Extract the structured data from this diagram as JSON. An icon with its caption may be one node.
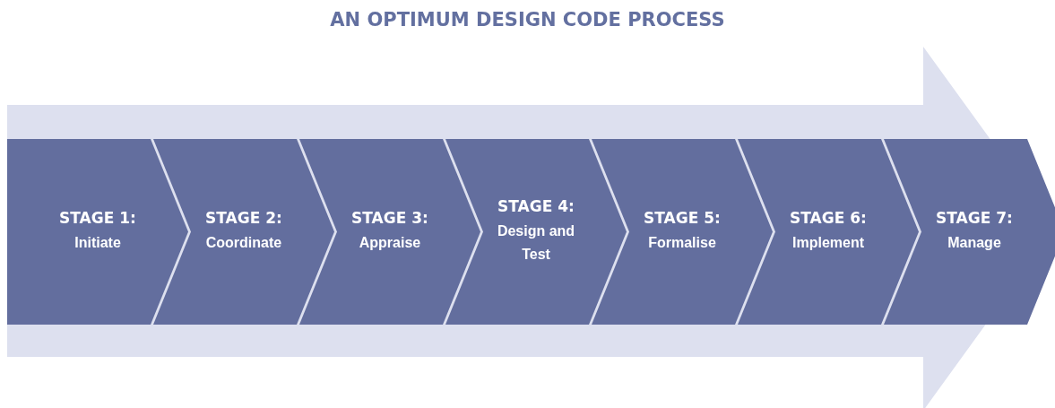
{
  "diagram": {
    "title": "AN OPTIMUM DESIGN CODE PROCESS",
    "nodes": [
      {
        "text": [
          "STAGE 1:",
          "Initiate"
        ]
      },
      {
        "text": [
          "STAGE 2:",
          "Coordinate"
        ]
      },
      {
        "text": [
          "STAGE 3:",
          "Appraise"
        ]
      },
      {
        "text": [
          "STAGE 4:",
          "Design and Test"
        ]
      },
      {
        "text": [
          "STAGE 5:",
          "Formalise"
        ]
      },
      {
        "text": [
          "STAGE 6:",
          "Implement"
        ]
      },
      {
        "text": [
          "STAGE 7:",
          "Manage"
        ]
      }
    ],
    "edges": []
  }
}
